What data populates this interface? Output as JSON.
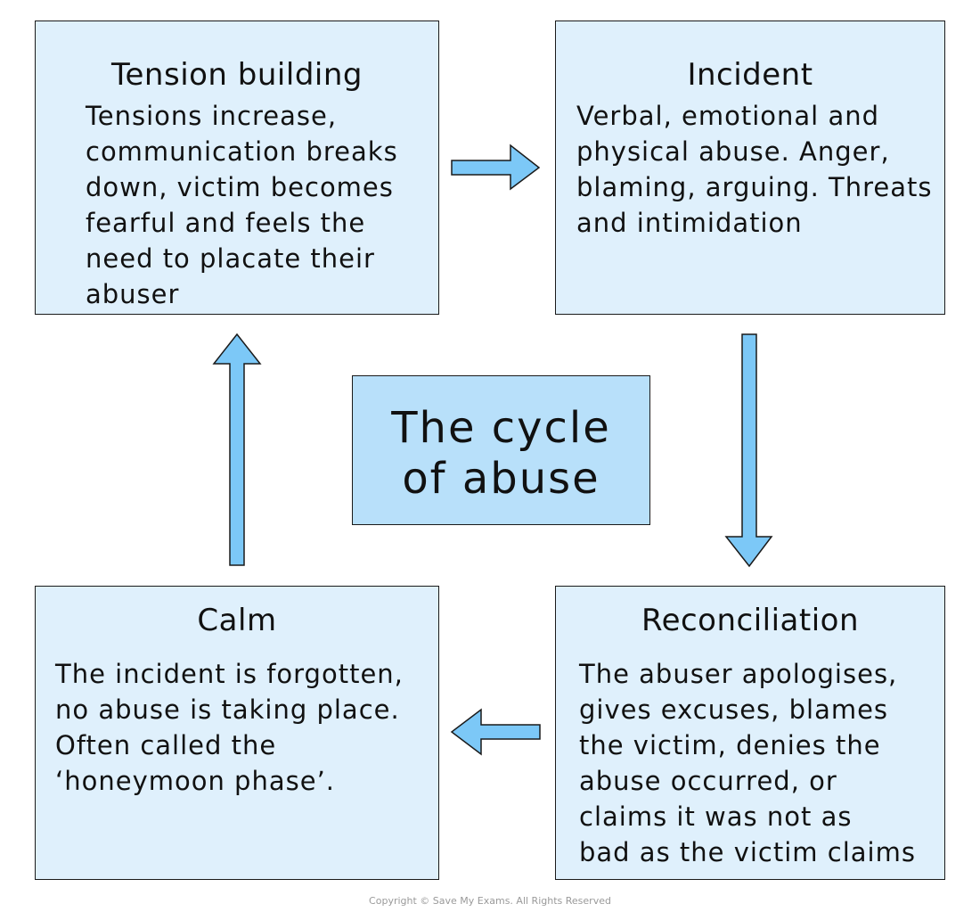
{
  "diagram": {
    "center": {
      "title": "The cycle\nof abuse"
    },
    "stages": {
      "tension_building": {
        "title": "Tension building",
        "text": "Tensions increase,\ncommunication breaks\ndown, victim becomes\nfearful and feels the\nneed to placate their\nabuser"
      },
      "incident": {
        "title": "Incident",
        "text": "Verbal, emotional and\nphysical abuse. Anger,\nblaming, arguing. Threats\nand intimidation"
      },
      "reconciliation": {
        "title": "Reconciliation",
        "text": "The abuser apologises,\ngives excuses, blames\nthe victim, denies the\nabuse occurred, or\nclaims it was not as\nbad as the victim claims"
      },
      "calm": {
        "title": "Calm",
        "text": "The incident is forgotten,\nno abuse is taking place.\nOften called the\n‘honeymoon phase’."
      }
    },
    "flow": [
      {
        "from": "Tension building",
        "to": "Incident",
        "direction": "right"
      },
      {
        "from": "Incident",
        "to": "Reconciliation",
        "direction": "down"
      },
      {
        "from": "Reconciliation",
        "to": "Calm",
        "direction": "left"
      },
      {
        "from": "Calm",
        "to": "Tension building",
        "direction": "up"
      }
    ],
    "colors": {
      "box_fill": "#dff0fc",
      "center_fill": "#b8e0fa",
      "arrow_fill": "#7cc8f7",
      "outline": "#1a1a1a"
    }
  },
  "footer": {
    "copyright": "Copyright © Save My Exams. All Rights Reserved"
  }
}
